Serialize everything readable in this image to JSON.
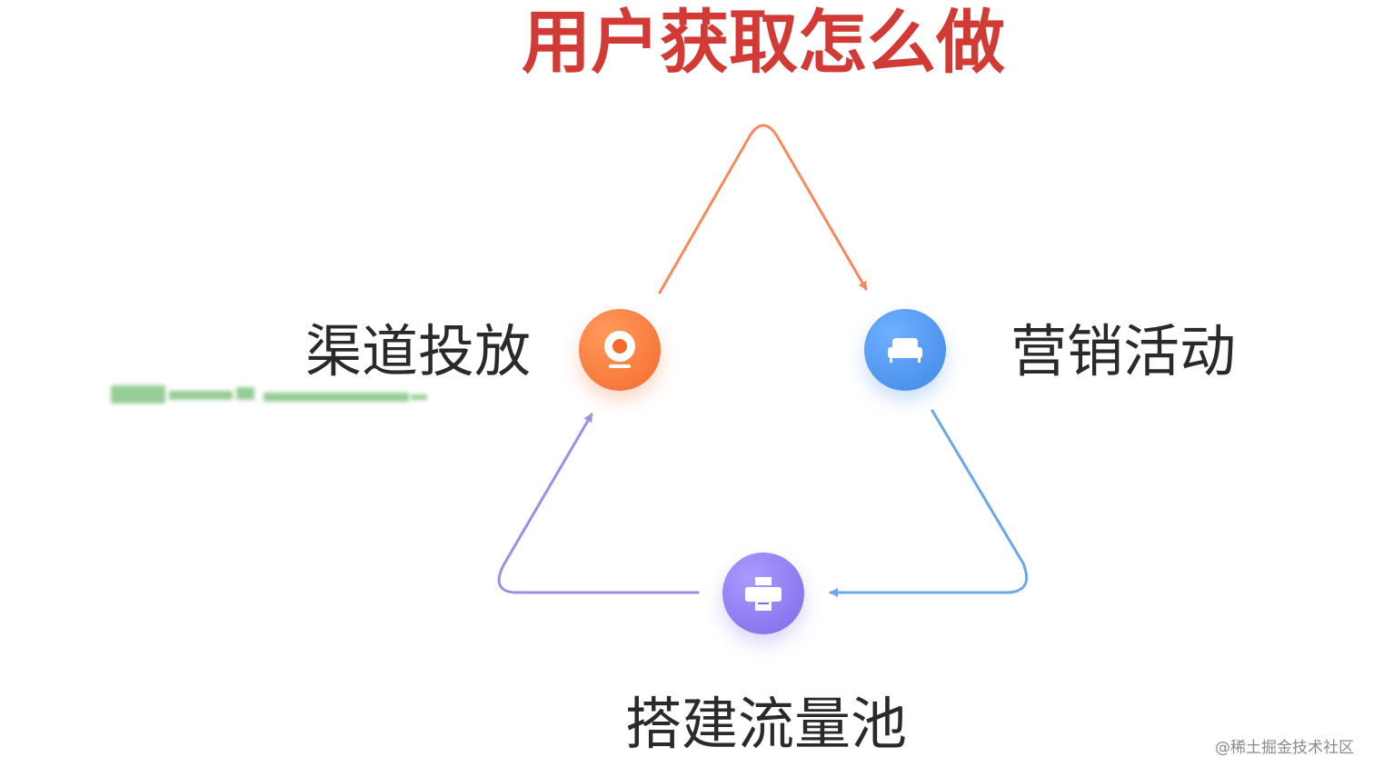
{
  "title": "用户获取怎么做",
  "nodes": {
    "left": {
      "label": "渠道投放",
      "icon": "webcam-icon",
      "color": "#f46a2e"
    },
    "right": {
      "label": "营销活动",
      "icon": "sofa-icon",
      "color": "#3f88e6"
    },
    "bottom": {
      "label": "搭建流量池",
      "icon": "printer-icon",
      "color": "#7d6ae8"
    }
  },
  "watermark": "@稀土掘金技术社区"
}
